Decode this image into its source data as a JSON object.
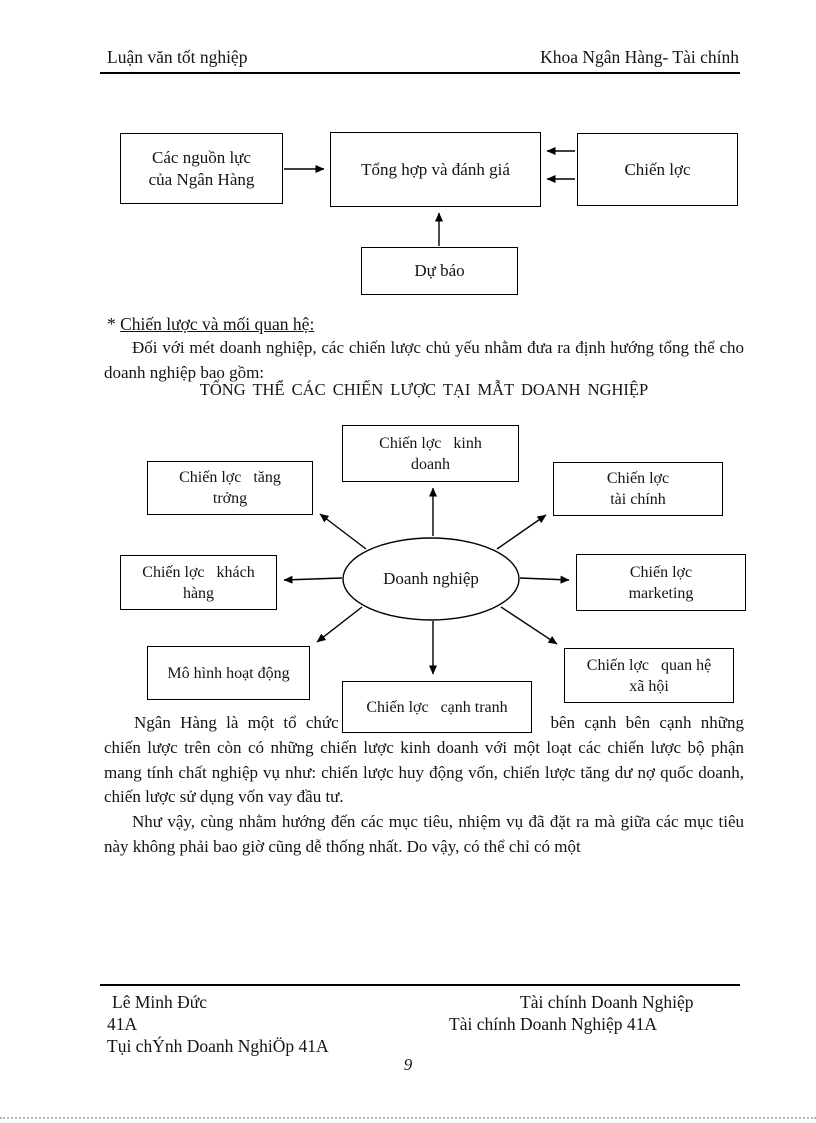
{
  "colors": {
    "background": "#ffffff",
    "ink": "#141414",
    "line": "#000000"
  },
  "header": {
    "left": "Luận văn tốt nghiệp",
    "right": "Khoa Ngân Hàng- Tài chính"
  },
  "flow_diagram": {
    "resources_line1": "Các nguồn lực",
    "resources_line2": "của Ngân Hàng",
    "synthesis": "Tổng hợp và đánh giá",
    "strategy": "Chiến lợc",
    "forecast": "Dự báo"
  },
  "body": {
    "star_prefix": "* ",
    "star_heading": "Chiến lược và mối quan hệ:",
    "p1": "Đối với mét doanh nghiệp, các chiến lược chủ yếu nhằm đưa ra định hướng tổng thể cho doanh nghiệp bao gồm:",
    "map_title": "TỔNG THỂ CÁC CHIẾN LƯỢC TẠI MẪT DOANH NGHIỆP",
    "p2_before_gap": "Ngân Hàng là một tổ chức",
    "p2_after_gap": "bên cạnh bên cạnh những",
    "p2_rest": "chiến lược trên còn có những chiến lược kinh doanh với một loạt các chiến lược bộ phận mang tính chất nghiệp vụ như: chiến lược huy động vốn, chiến lược tăng dư nợ quốc doanh, chiến lược sử dụng vốn vay đầu tư.",
    "p3": "Như vậy, cùng nhằm hướng đến các mục tiêu, nhiệm vụ đã đặt ra mà giữa các mục tiêu này không phải bao giờ cũng dễ thống nhất. Do vậy, có thể chỉ có một"
  },
  "strategy_map": {
    "center": "Doanh nghiệp",
    "boxes": {
      "business": {
        "line1": "Chiến lợc   kinh",
        "line2": "doanh"
      },
      "growth": {
        "line1": "Chiến lợc   tăng",
        "line2": "trởng"
      },
      "finance": {
        "line1": "Chiến lợc",
        "line2": "tài chính"
      },
      "customer": {
        "line1": "Chiến lợc   khách",
        "line2": "hàng"
      },
      "marketing": {
        "line1": "Chiến lợc",
        "line2": "marketing"
      },
      "operating_model": {
        "line1": "Mô hình hoạt động"
      },
      "public_relations": {
        "line1": "Chiến lợc   quan hệ",
        "line2": "xã hội"
      },
      "competition": {
        "line1": "Chiến lợc   cạnh tranh"
      }
    }
  },
  "footer": {
    "left_line1": "Lê Minh Đức",
    "right_line1": "Tài chính Doanh Nghiệp",
    "left_line2": "41A",
    "right_line2": "Tài chính Doanh Nghiệp 41A",
    "left_line3": "Tụi chÝnh Doanh NghiÖp 41A",
    "page_number": "9"
  }
}
